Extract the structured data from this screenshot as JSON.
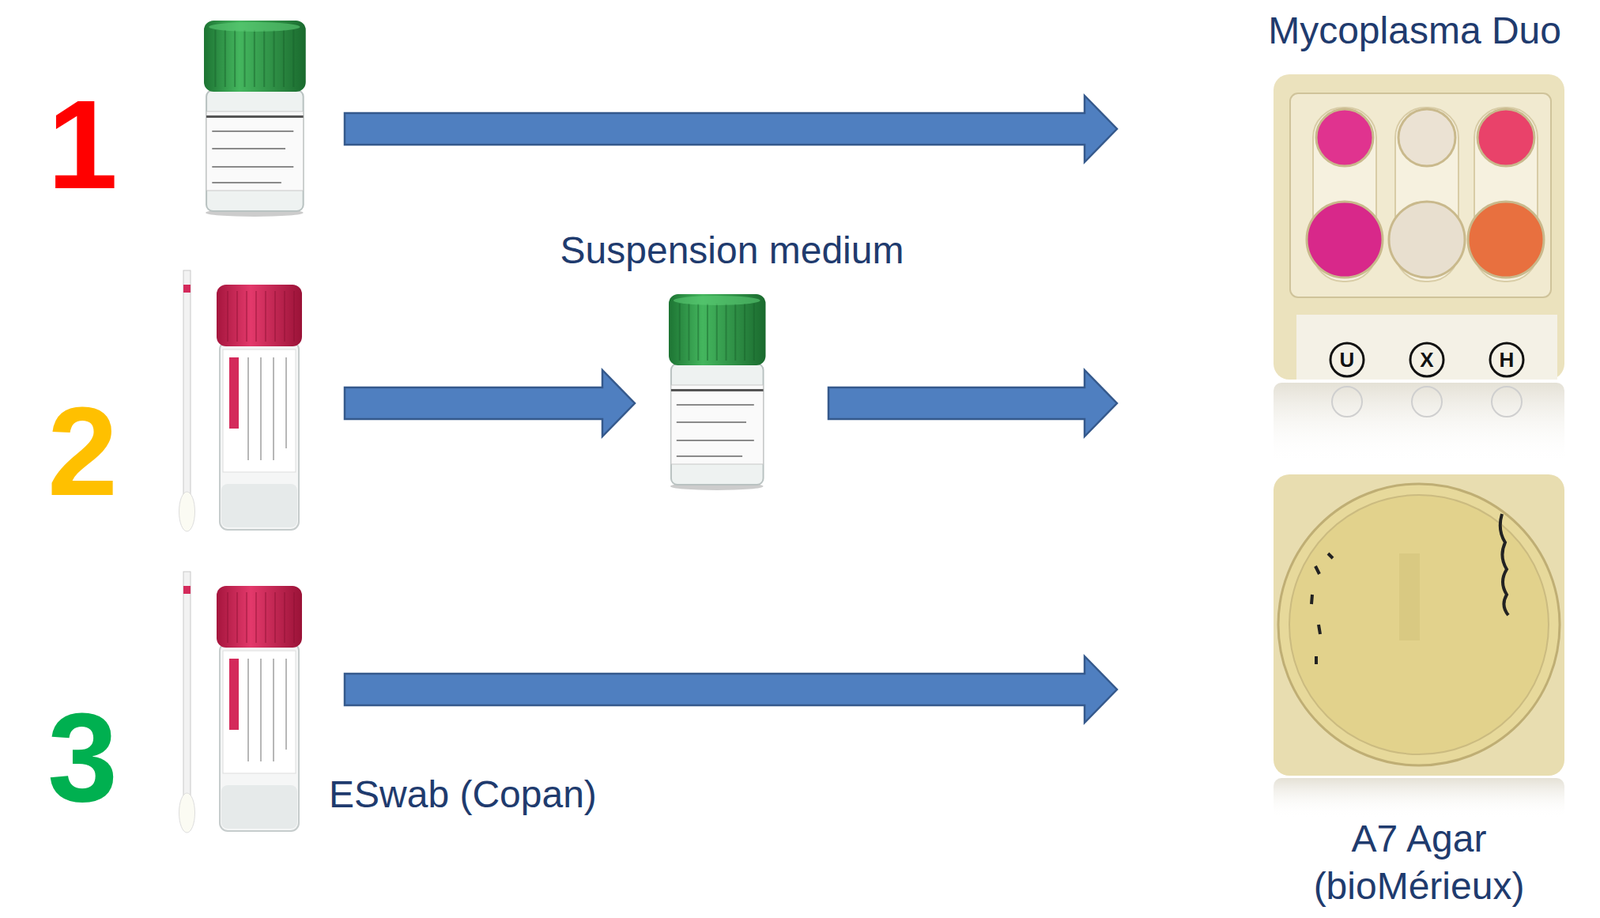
{
  "diagram": {
    "nodes": [
      {
        "text": [
          "1"
        ]
      },
      {
        "text": [
          "Mycoplasma Duo",
          "U",
          "X",
          "H"
        ]
      },
      {
        "text": [
          "2"
        ]
      },
      {
        "text": [
          "Suspension medium"
        ]
      },
      {
        "text": [
          "3",
          "ESwab (Copan)"
        ]
      },
      {
        "text": [
          "A7 Agar (bioMérieux)"
        ]
      }
    ],
    "edges": [
      {
        "from": 0,
        "to": 1,
        "arrow": "to"
      },
      {
        "from": 2,
        "to": 3,
        "arrow": "to"
      },
      {
        "from": 3,
        "to": 1,
        "arrow": "to"
      },
      {
        "from": 4,
        "to": 5,
        "arrow": "to"
      }
    ]
  }
}
